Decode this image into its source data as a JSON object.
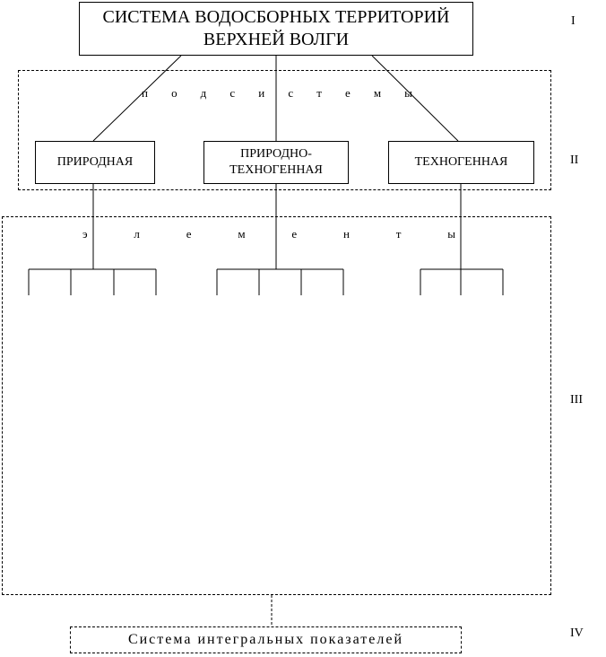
{
  "title": {
    "line1": "СИСТЕМА ВОДОСБОРНЫХ ТЕРРИТОРИЙ",
    "line2": "ВЕРХНЕЙ ВОЛГИ"
  },
  "subsystems_label": [
    "п",
    "о",
    "д",
    "с",
    "и",
    "с",
    "т",
    "е",
    "м",
    "ы"
  ],
  "subsystems": {
    "natural": "ПРИРОДНАЯ",
    "nat_tech_line1": "ПРИРОДНО-",
    "nat_tech_line2": "ТЕХНОГЕННАЯ",
    "technogenic": "ТЕХНОГЕННАЯ"
  },
  "elements_label": [
    "э",
    "л",
    "е",
    "м",
    "е",
    "н",
    "т",
    "ы"
  ],
  "bottom_box": "Система интегральных показателей",
  "levels": {
    "I": "I",
    "II": "II",
    "III": "III",
    "IV": "IV"
  }
}
